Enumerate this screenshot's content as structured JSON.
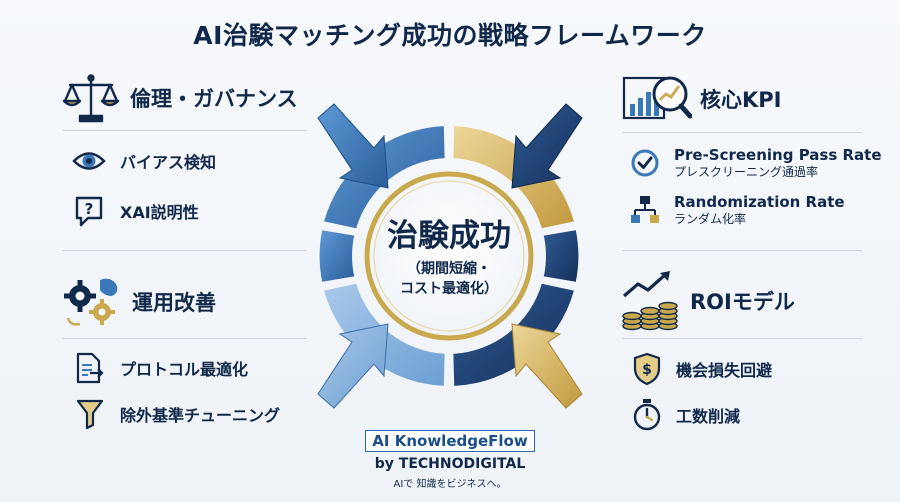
{
  "title": "AI治験マッチング成功の戦略フレームワーク",
  "center": {
    "title": "治験成功",
    "sub_line1": "（期間短縮・",
    "sub_line2": "コスト最適化）"
  },
  "left_top": {
    "heading": "倫理・ガバナンス",
    "icon": "scales-icon",
    "items": [
      {
        "label": "バイアス検知",
        "icon": "eye-icon"
      },
      {
        "label": "XAI説明性",
        "icon": "question-bubble-icon"
      }
    ]
  },
  "left_bottom": {
    "heading": "運用改善",
    "icon": "gears-brain-icon",
    "items": [
      {
        "label": "プロトコル最適化",
        "icon": "document-arrow-icon"
      },
      {
        "label": "除外基準チューニング",
        "icon": "funnel-icon"
      }
    ]
  },
  "right_top": {
    "heading": "核心KPI",
    "icon": "chart-magnifier-icon",
    "items": [
      {
        "main": "Pre-Screening Pass Rate",
        "sub": "プレスクリーニング通過率",
        "icon": "check-circle-icon"
      },
      {
        "main": "Randomization Rate",
        "sub": "ランダム化率",
        "icon": "flowchart-icon"
      }
    ]
  },
  "right_bottom": {
    "heading": "ROIモデル",
    "icon": "coins-growth-icon",
    "items": [
      {
        "label": "機会損失回避",
        "icon": "dollar-shield-icon"
      },
      {
        "label": "工数削減",
        "icon": "stopwatch-icon"
      }
    ]
  },
  "brand": {
    "name": "AI KnowledgeFlow",
    "by": "by TECHNODIGITAL",
    "tagline": "AIで 知識をビジネスへ。"
  },
  "colors": {
    "navy": "#10284a",
    "blue": "#3a78b8",
    "dark_blue": "#1f3f72",
    "gold": "#c9a94e",
    "light_gold": "#e3cd88"
  }
}
